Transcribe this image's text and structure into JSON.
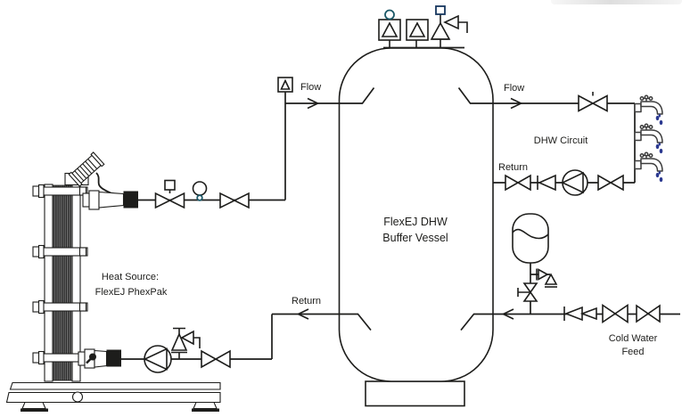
{
  "diagram_title": "FlexEJ DHW buffer vessel piping schematic",
  "colors": {
    "line": "#1d1d1b",
    "accent_teal": "#1c5968",
    "accent_navy": "#17375e",
    "drop_blue": "#2b3990",
    "tap_gray": "#3d3d3d"
  },
  "labels": {
    "flow_left": "Flow",
    "flow_right": "Flow",
    "return_right": "Return",
    "return_bottom": "Return",
    "dhw_circuit": "DHW Circuit",
    "cold_water_1": "Cold Water",
    "cold_water_2": "Feed",
    "heat_source_1": "Heat Source:",
    "heat_source_2": "FlexEJ PhexPak",
    "vessel_1": "FlexEJ DHW",
    "vessel_2": "Buffer Vessel"
  },
  "symbols": {
    "plate-heat-exchanger": "framed plate pack with tie bolts and base",
    "buffer-vessel": "capsule vessel on skirt base",
    "air-vent": "square with triangle",
    "safety-relief-valve": "triangle with spring stem and discharge elbow",
    "gate-valve": "bowtie",
    "motorised-valve": "bowtie with square actuator",
    "check-valve": "bar with triangle",
    "pump": "circle with triangle",
    "temperature-sensor": "circle probe",
    "expansion-vessel": "capsule with diaphragm wave",
    "lockshield-valve": "vertical bowtie with side stem",
    "tap": "faucet with water drops"
  }
}
